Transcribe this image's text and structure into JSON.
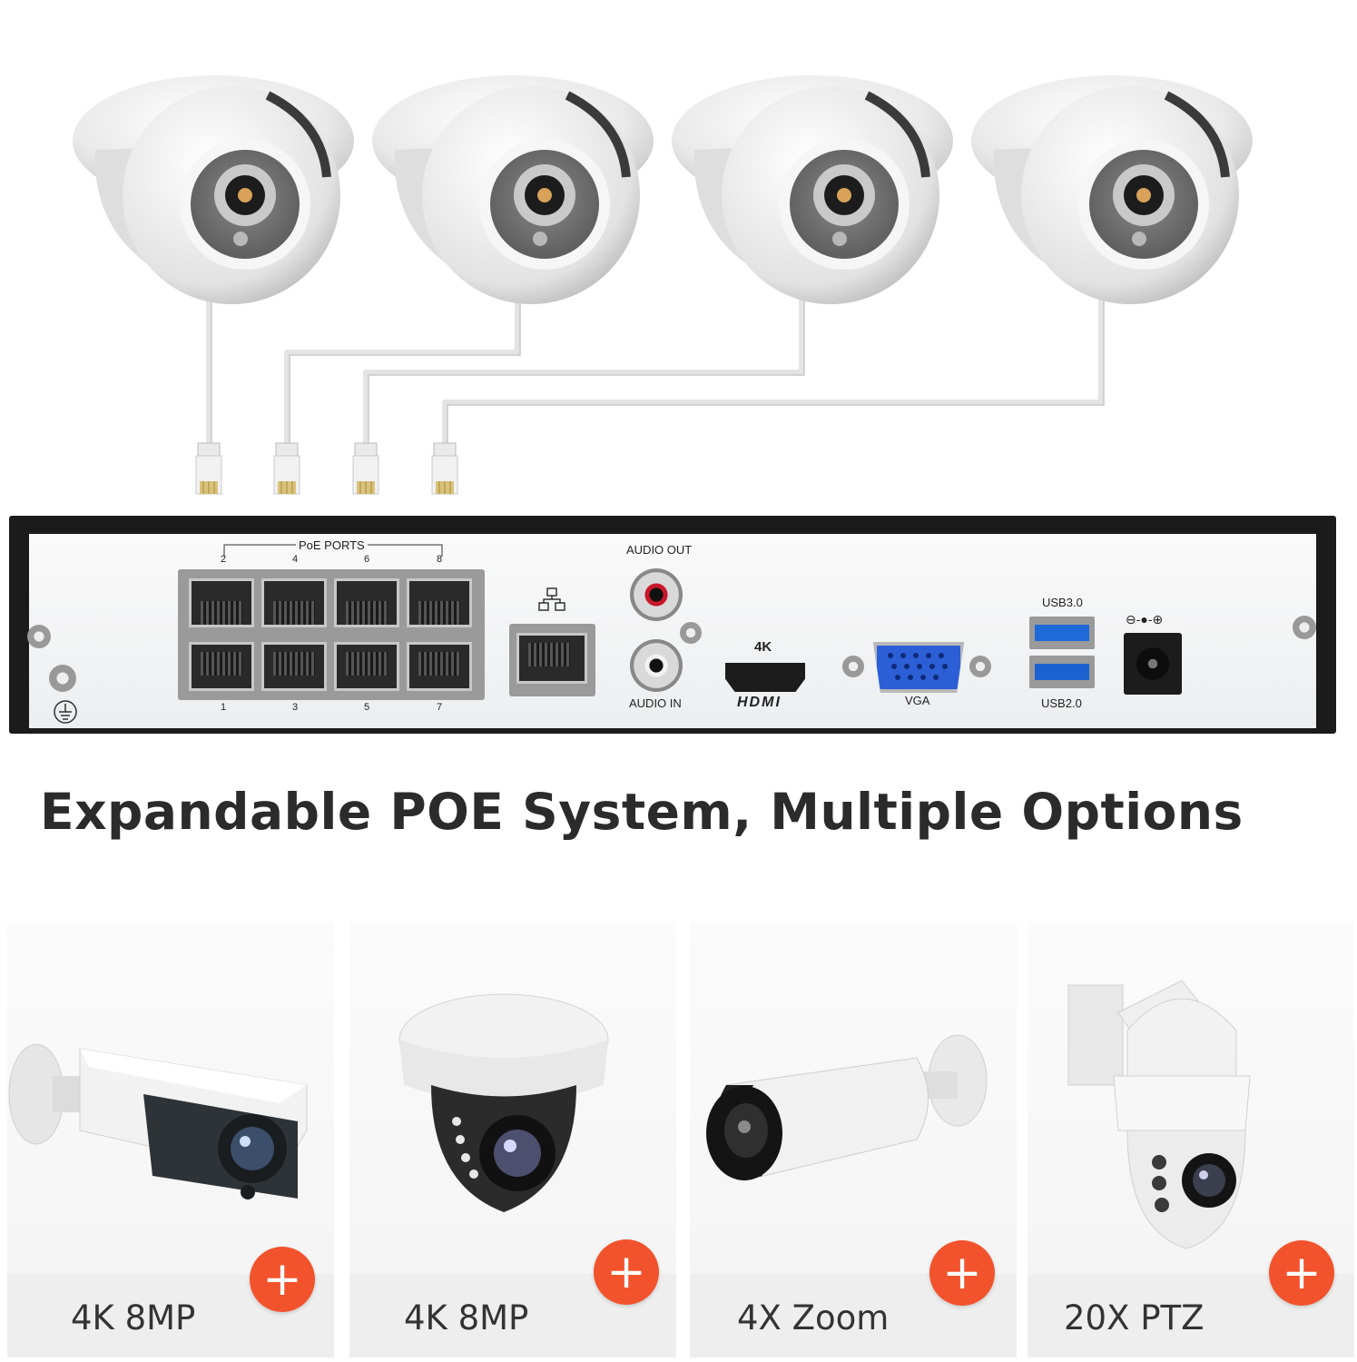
{
  "nvr_panel": {
    "poe_ports_label": "PoE PORTS",
    "poe_top_numbers": [
      "2",
      "4",
      "6",
      "8"
    ],
    "poe_bottom_numbers": [
      "1",
      "3",
      "5",
      "7"
    ],
    "audio_out_label": "AUDIO OUT",
    "audio_in_label": "AUDIO IN",
    "hdmi_resolution": "4K",
    "hdmi_logo_text": "HDMI",
    "vga_label": "VGA",
    "usb3_label": "USB3.0",
    "usb2_label": "USB2.0",
    "power_symbol": "⊖-●-⊕"
  },
  "headline": "Expandable POE System, Multiple Options",
  "options": [
    {
      "label": "4K 8MP",
      "icon": "bullet-camera-icon",
      "button": "+"
    },
    {
      "label": "4K 8MP",
      "icon": "dome-camera-icon",
      "button": "+"
    },
    {
      "label": "4X Zoom",
      "icon": "zoom-bullet-camera-icon",
      "button": "+"
    },
    {
      "label": "20X PTZ",
      "icon": "ptz-camera-icon",
      "button": "+"
    }
  ],
  "colors": {
    "accent_button": "#f2532c",
    "nvr_frame": "#1b1b1b",
    "vga_port": "#2c5fd6",
    "usb_port": "#1f6ad8",
    "rca_red": "#c9162b"
  }
}
